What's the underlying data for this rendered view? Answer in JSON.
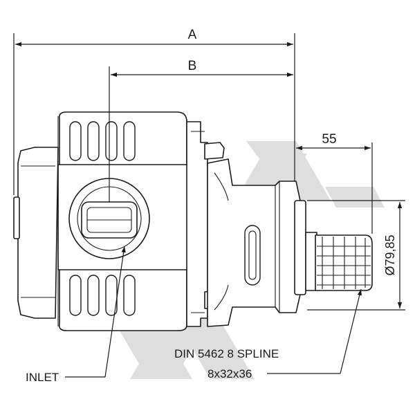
{
  "dimensions": {
    "overall_length": "A",
    "partial_length": "B",
    "shaft_length": "55",
    "flange_diameter": "Ø79,85"
  },
  "callouts": {
    "inlet": "INLET",
    "spline_standard": "DIN 5462 8 SPLINE",
    "spline_size": "8x32x36"
  },
  "colors": {
    "line": "#1a1a1a",
    "watermark": "#dedede",
    "background": "#ffffff"
  }
}
